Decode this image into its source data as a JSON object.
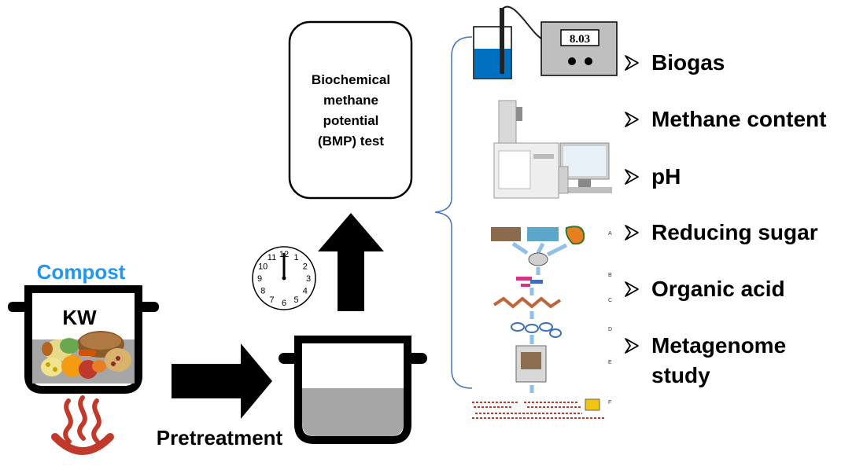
{
  "labels": {
    "compost": "Compost",
    "kw": "KW",
    "pretreatment": "Pretreatment"
  },
  "bmp_box": {
    "lines": [
      "Biochemical",
      "methane",
      "potential",
      "(BMP) test"
    ]
  },
  "meter": {
    "reading": "8.03"
  },
  "clock": {
    "numbers": [
      "12",
      "1",
      "2",
      "3",
      "4",
      "5",
      "6",
      "7",
      "8",
      "9",
      "10",
      "11"
    ]
  },
  "metagenome_steps": [
    "A",
    "B",
    "C",
    "D",
    "E",
    "F"
  ],
  "results": [
    {
      "label": "Biogas"
    },
    {
      "label": "Methane content"
    },
    {
      "label": "pH"
    },
    {
      "label": "Reducing sugar"
    },
    {
      "label": "Organic acid"
    },
    {
      "label": "Metagenome",
      "label2": "study"
    }
  ],
  "colors": {
    "compost_title": "#2196f3",
    "water_blue": "#0070c0",
    "pot_liquid": "#a6a6a6",
    "bracket": "#4472c4",
    "steam": "#c0392b",
    "arrow": "#000000"
  }
}
